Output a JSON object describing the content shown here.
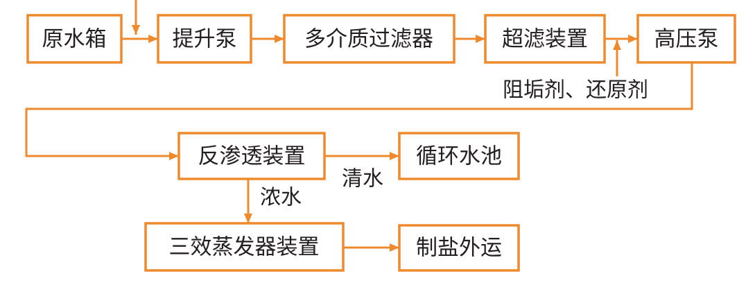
{
  "nodes": {
    "raw_water_tank": "原水箱",
    "lift_pump": "提升泵",
    "multimedia_filter": "多介质过滤器",
    "ultrafiltration": "超滤装置",
    "high_pressure_pump": "高压泵",
    "reverse_osmosis": "反渗透装置",
    "circulating_pool": "循环水池",
    "triple_effect_evaporator": "三效蒸发器装置",
    "salt_export": "制盐外运"
  },
  "labels": {
    "additives": "阻垢剂、还原剂",
    "clear_water": "清水",
    "concentrate": "浓水"
  },
  "colors": {
    "stroke": "#EE8A2D",
    "text": "#231F20"
  }
}
